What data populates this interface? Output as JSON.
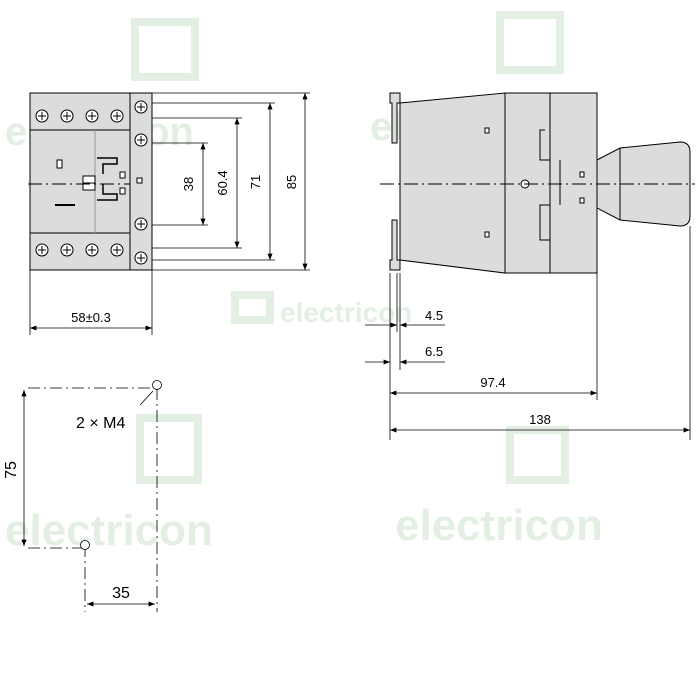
{
  "watermark": {
    "text": "electricon"
  },
  "front_view": {
    "width_label": "58±0.3",
    "heights": [
      "38",
      "60.4",
      "71",
      "85"
    ]
  },
  "side_view": {
    "offsets": [
      "4.5",
      "6.5"
    ],
    "depths": [
      "97.4",
      "138"
    ]
  },
  "mounting": {
    "screw_label": "2 × M4",
    "vertical_label": "75",
    "horizontal_label": "35"
  },
  "colors": {
    "body_fill": "#dcdcdc",
    "body_fill_dark": "#cfcfcf",
    "line": "#000000",
    "watermark": "#e3efe3"
  }
}
